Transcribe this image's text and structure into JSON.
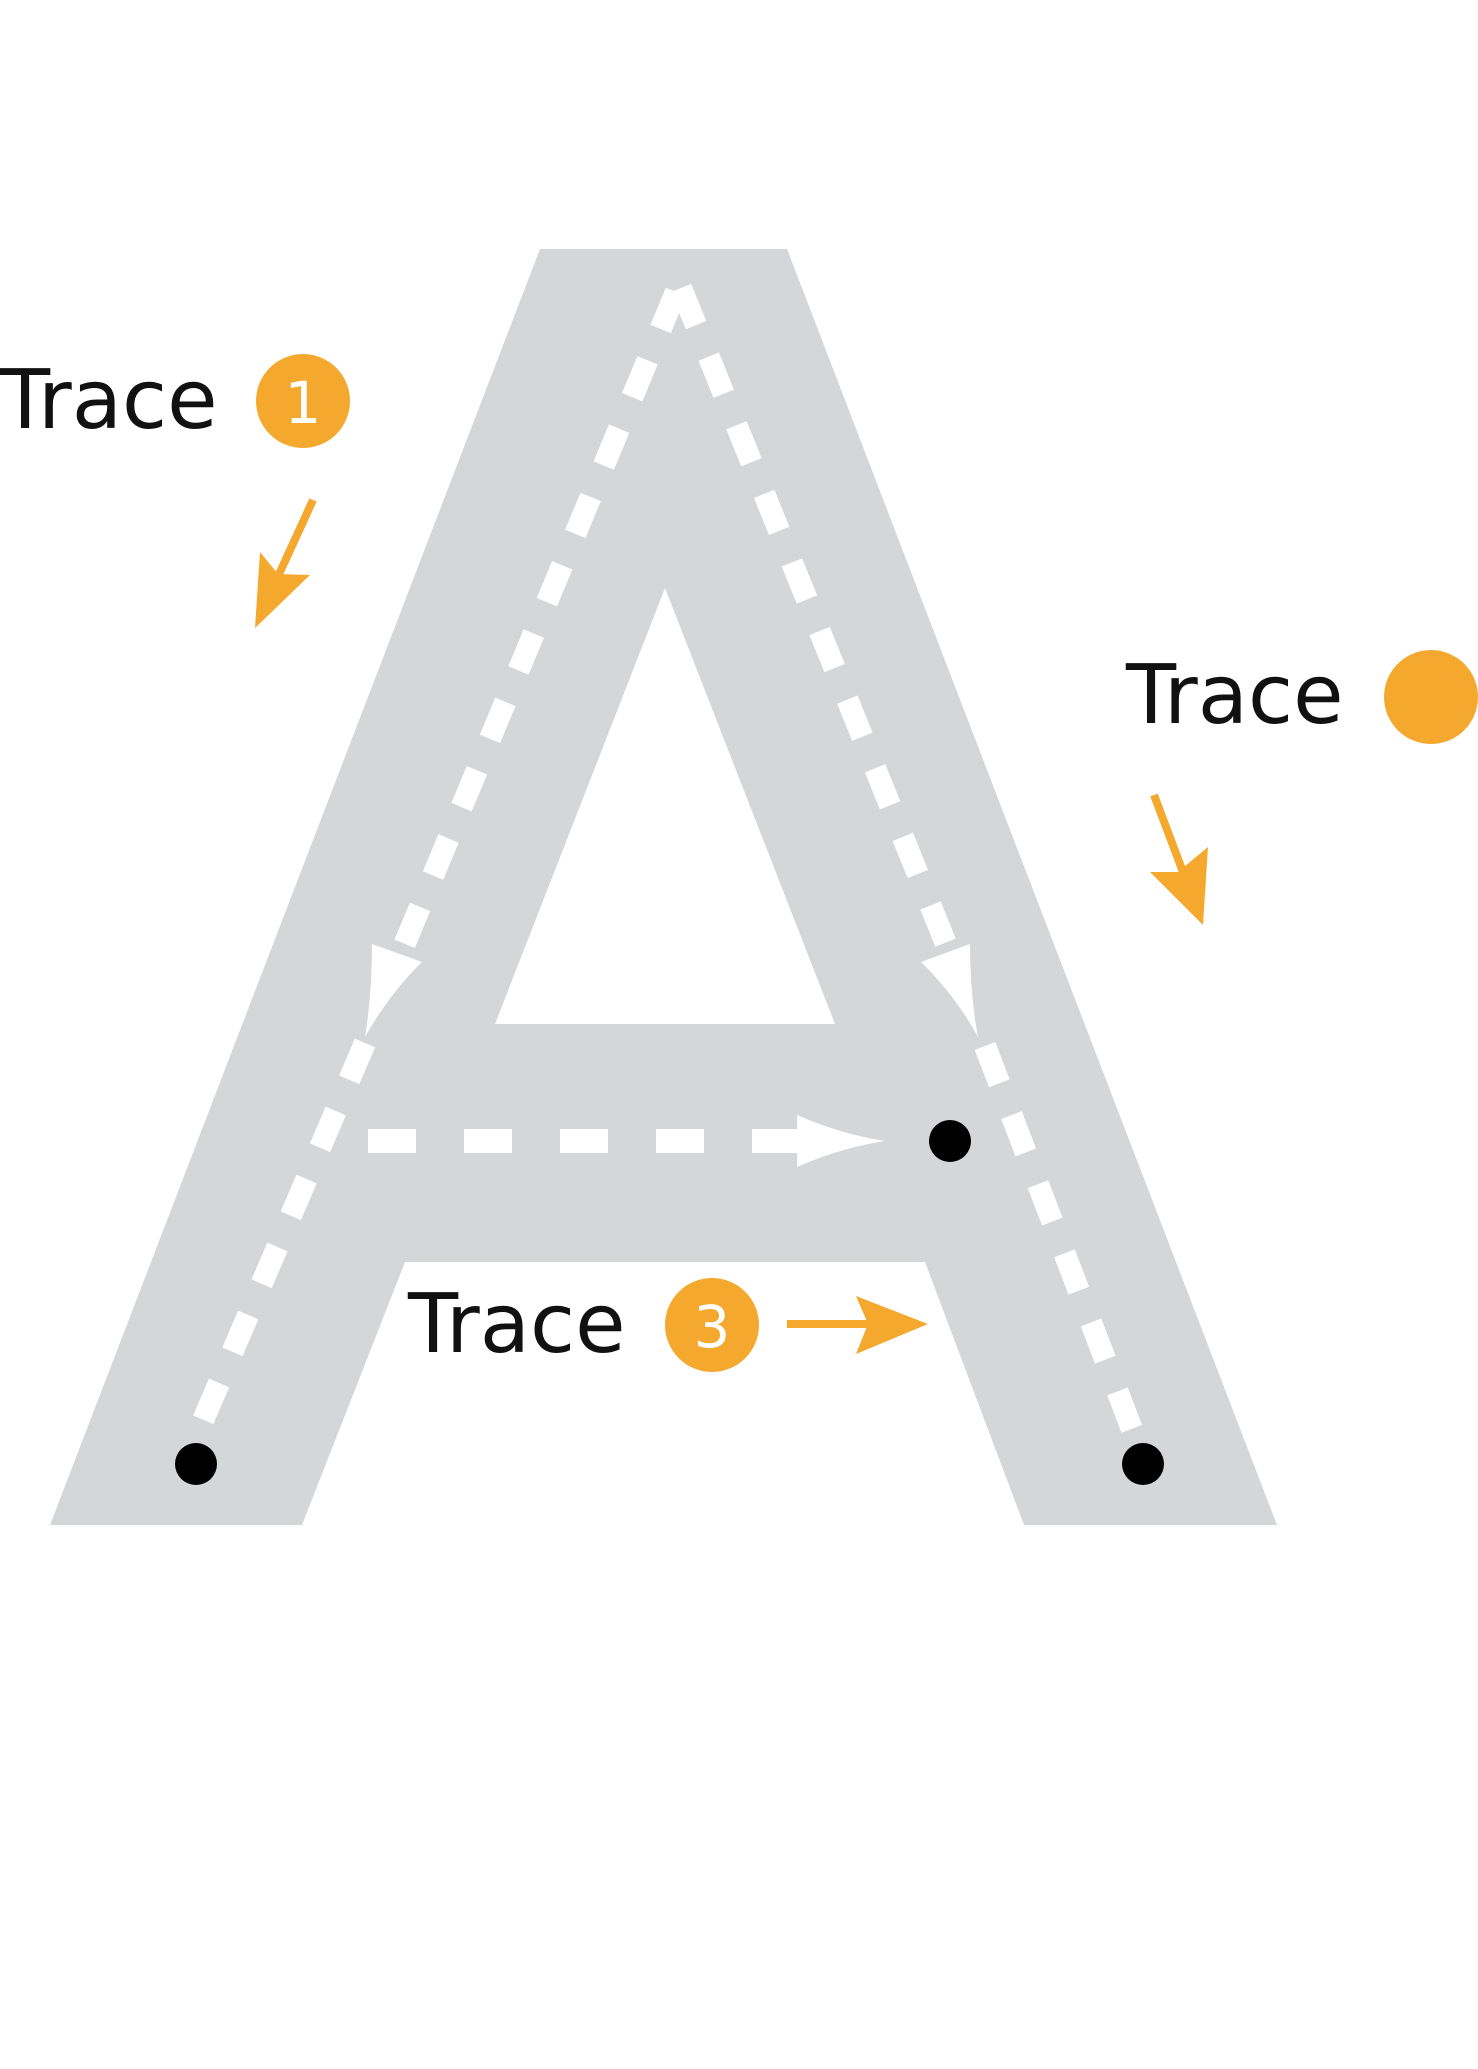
{
  "worksheet": {
    "letter": "A",
    "colors": {
      "letter_fill": "#d5d6d8",
      "guide_dash": "#ffffff",
      "accent": "#f5a82e",
      "dot": "#000000",
      "text": "#111111"
    },
    "labels": [
      {
        "text": "Trace",
        "step": "1",
        "arrow": "down-left-arrow"
      },
      {
        "text": "Trace",
        "step": "",
        "arrow": "down-right-arrow"
      },
      {
        "text": "Trace",
        "step": "3",
        "arrow": "right-arrow"
      }
    ]
  }
}
